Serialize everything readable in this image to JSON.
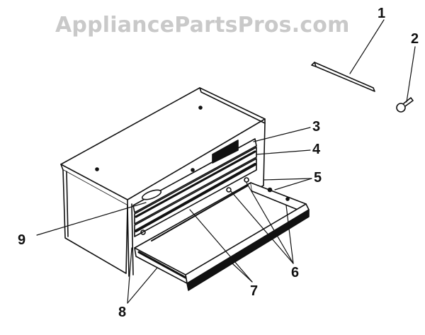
{
  "watermark": "AppliancePartsPros.com",
  "callouts": [
    {
      "id": "1",
      "label": "1"
    },
    {
      "id": "2",
      "label": "2"
    },
    {
      "id": "3",
      "label": "3"
    },
    {
      "id": "4",
      "label": "4"
    },
    {
      "id": "5",
      "label": "5"
    },
    {
      "id": "6",
      "label": "6"
    },
    {
      "id": "7",
      "label": "7"
    },
    {
      "id": "8",
      "label": "8"
    },
    {
      "id": "9",
      "label": "9"
    }
  ]
}
